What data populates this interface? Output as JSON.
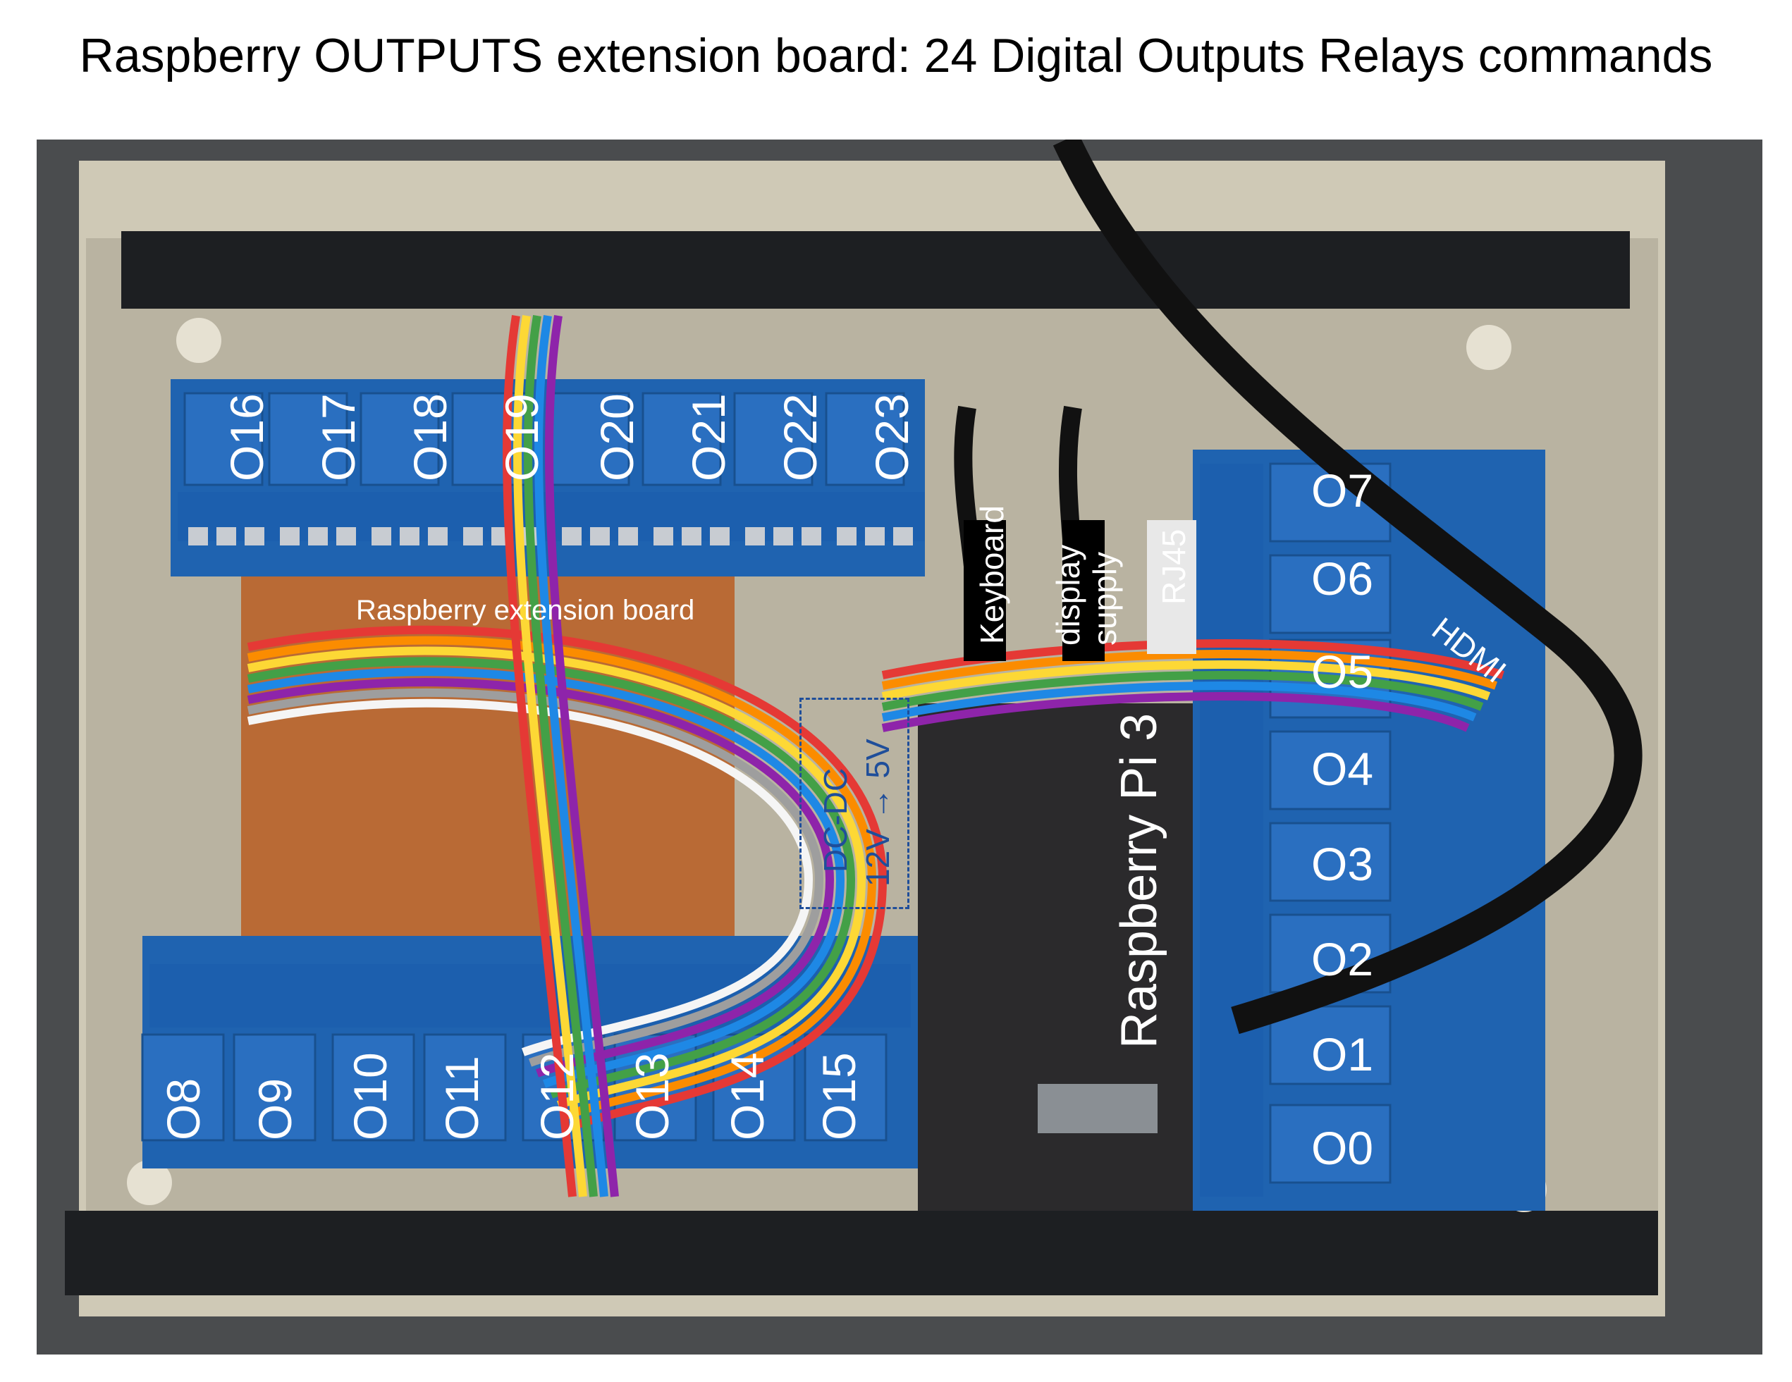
{
  "title": "Raspberry OUTPUTS extension board: 24 Digital Outputs Relays commands",
  "labels": {
    "o0": "O0",
    "o1": "O1",
    "o2": "O2",
    "o3": "O3",
    "o4": "O4",
    "o5": "O5",
    "o6": "O6",
    "o7": "O7",
    "o8": "O8",
    "o9": "O9",
    "o10": "O10",
    "o11": "O11",
    "o12": "O12",
    "o13": "O13",
    "o14": "O14",
    "o15": "O15",
    "o16": "O16",
    "o17": "O17",
    "o18": "O18",
    "o19": "O19",
    "o20": "O20",
    "o21": "O21",
    "o22": "O22",
    "o23": "O23",
    "extension_board": "Raspberry extension board",
    "keyboard": "Keyboard",
    "display": "display",
    "supply": "supply",
    "rj45": "RJ45",
    "hdmi": "HDMI",
    "raspberry_pi": "Raspberry Pi 3",
    "dcdc_line1": "DC-DC",
    "dcdc_line2": "12V → 5V"
  },
  "colors": {
    "relay_board": "#1f63b0",
    "relay_block": "#2a6fc0",
    "terminal": "#1c5fae",
    "enclosure": "#cfc9b6",
    "background": "#4a4c4e",
    "dcdc_annotation": "#1f4e9a"
  }
}
